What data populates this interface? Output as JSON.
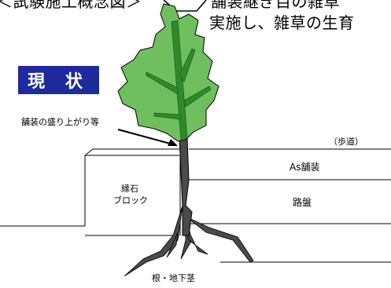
{
  "title_fragment": "＜試験施工概念図＞",
  "description_line1": "舗装継ぎ目の雑草",
  "description_line2": "実施し、雑草の生育",
  "status_badge": "現 状",
  "labels": {
    "pavement_uplift": "舗装の盛り上がり等",
    "sidewalk": "（歩道）",
    "as_pavement": "As舗装",
    "roadbed": "路盤",
    "curb_block_line1": "縁石",
    "curb_block_line2": "ブロック",
    "roots_rhizomes": "根・地下茎"
  },
  "colors": {
    "leaf_fill": "#6fbf5f",
    "leaf_vein": "#2f8a2a",
    "stem": "#4a4a4a",
    "badge": "#1f2a9c"
  }
}
